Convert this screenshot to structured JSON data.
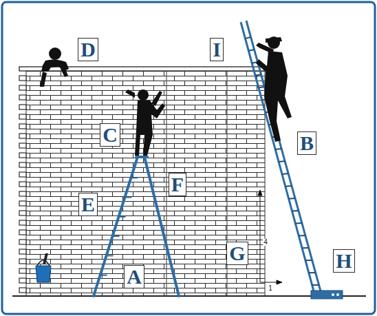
{
  "diagram": {
    "labels": [
      "D",
      "I",
      "C",
      "B",
      "F",
      "E",
      "A",
      "G",
      "H",
      "4",
      "1"
    ]
  }
}
